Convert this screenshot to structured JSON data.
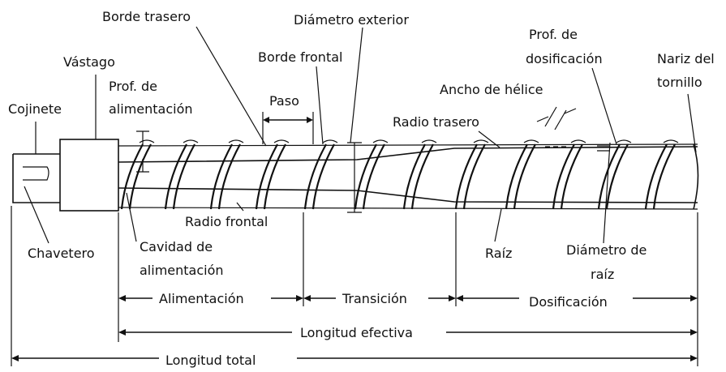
{
  "labels": {
    "borde_trasero": "Borde trasero",
    "diametro_exterior": "Diámetro exterior",
    "vastago": "Vástago",
    "borde_frontal": "Borde frontal",
    "prof_dosificacion_1": "Prof. de",
    "prof_dosificacion_2": "dosificación",
    "nariz_1": "Nariz del",
    "nariz_2": "tornillo",
    "prof_alimentacion_1": "Prof. de",
    "prof_alimentacion_2": "alimentación",
    "ancho_helice": "Ancho de hélice",
    "cojinete": "Cojinete",
    "paso": "Paso",
    "radio_trasero": "Radio trasero",
    "radio_frontal": "Radio frontal",
    "chavetero": "Chavetero",
    "cavidad_1": "Cavidad de",
    "cavidad_2": "alimentación",
    "raiz": "Raíz",
    "diametro_raiz_1": "Diámetro de",
    "diametro_raiz_2": "raíz"
  },
  "zones": {
    "alimentacion": "Alimentación",
    "transicion": "Transición",
    "dosificacion": "Dosificación"
  },
  "lengths": {
    "efectiva": "Longitud efectiva",
    "total": "Longitud total"
  }
}
